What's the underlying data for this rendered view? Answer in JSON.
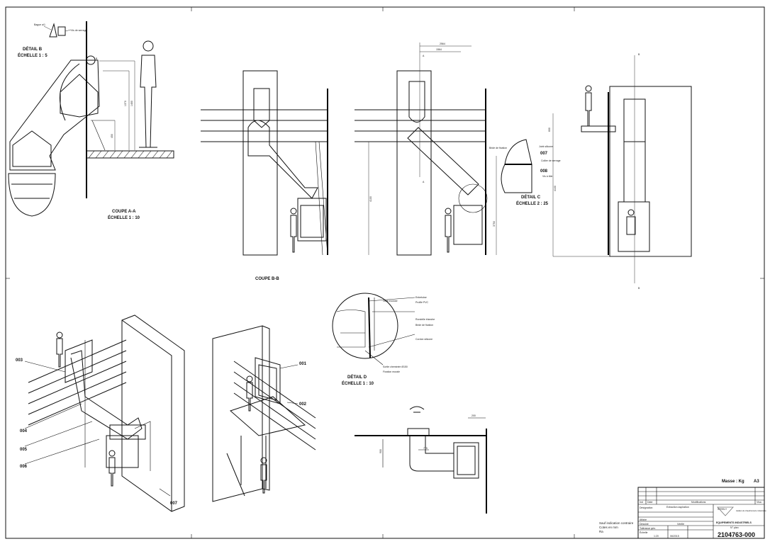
{
  "views": {
    "detail_b": {
      "title": "DÉTAIL B",
      "scale": "ÉCHELLE 1 : 5",
      "note1": "Bague a/1",
      "note2": "Vis de serrage"
    },
    "section_aa": {
      "title": "COUPE A-A",
      "scale": "ÉCHELLE 1 : 10",
      "dim1": "1370",
      "dim2": "1460",
      "dim3": "450",
      "marker": "B"
    },
    "section_bb": {
      "title": "COUPE B-B",
      "marker_a": "A",
      "marker_b": "B",
      "dim_top1": "2564",
      "dim_top2": "1564",
      "dim_h": "4100",
      "dim_v": "3750",
      "dim_side": "600"
    },
    "detail_c": {
      "title": "DÉTAIL C",
      "scale": "ÉCHELLE 2 : 25",
      "part1": "007",
      "part2": "008",
      "note1": "Bride de fixation",
      "note2": "Joint silicone",
      "note3": "Collier de serrage",
      "note4": "Vis à tôle"
    },
    "detail_d": {
      "title": "DÉTAIL D",
      "scale": "ÉCHELLE 1 : 10",
      "note1": "Joint mousse",
      "note2": "Entretoise",
      "note3": "Profilé PVC",
      "note4": "Rondelle étanche",
      "note5": "Bride de fixation",
      "note6": "Cordon silicone",
      "note7": "Sortie cheminée Ø150",
      "note8": "Fixation murale"
    },
    "iso": {
      "parts": [
        "003",
        "004",
        "005",
        "006",
        "007",
        "001",
        "002"
      ]
    },
    "plan": {
      "dim1": "200",
      "dim2": "900",
      "dim3": "775"
    }
  },
  "title_block": {
    "mass": "Masse : Kg",
    "format": "A3",
    "rev_headers": [
      "Ind",
      "Date",
      "Modifications",
      "Visa"
    ],
    "designation_label": "Désignation",
    "designation": "Extraction aspiration",
    "client_label": "Affaire",
    "drawn_label": "Dessiné",
    "checked_label": "Vérifié",
    "scale_label": "Échelle",
    "scale": "1:20",
    "date": "06/2015",
    "tolerance": "Tolérance gén.",
    "general_note": "Sauf indication contraire",
    "general_note2": "Cotes en mm",
    "general_note3": "Ra",
    "company": "STEELY",
    "company_address": "Ateliers de chaudronnerie industrielle",
    "project": "EQUIPEMENTS INDUSTRIELS",
    "number_label": "N° plan",
    "number": "2104763-000"
  }
}
